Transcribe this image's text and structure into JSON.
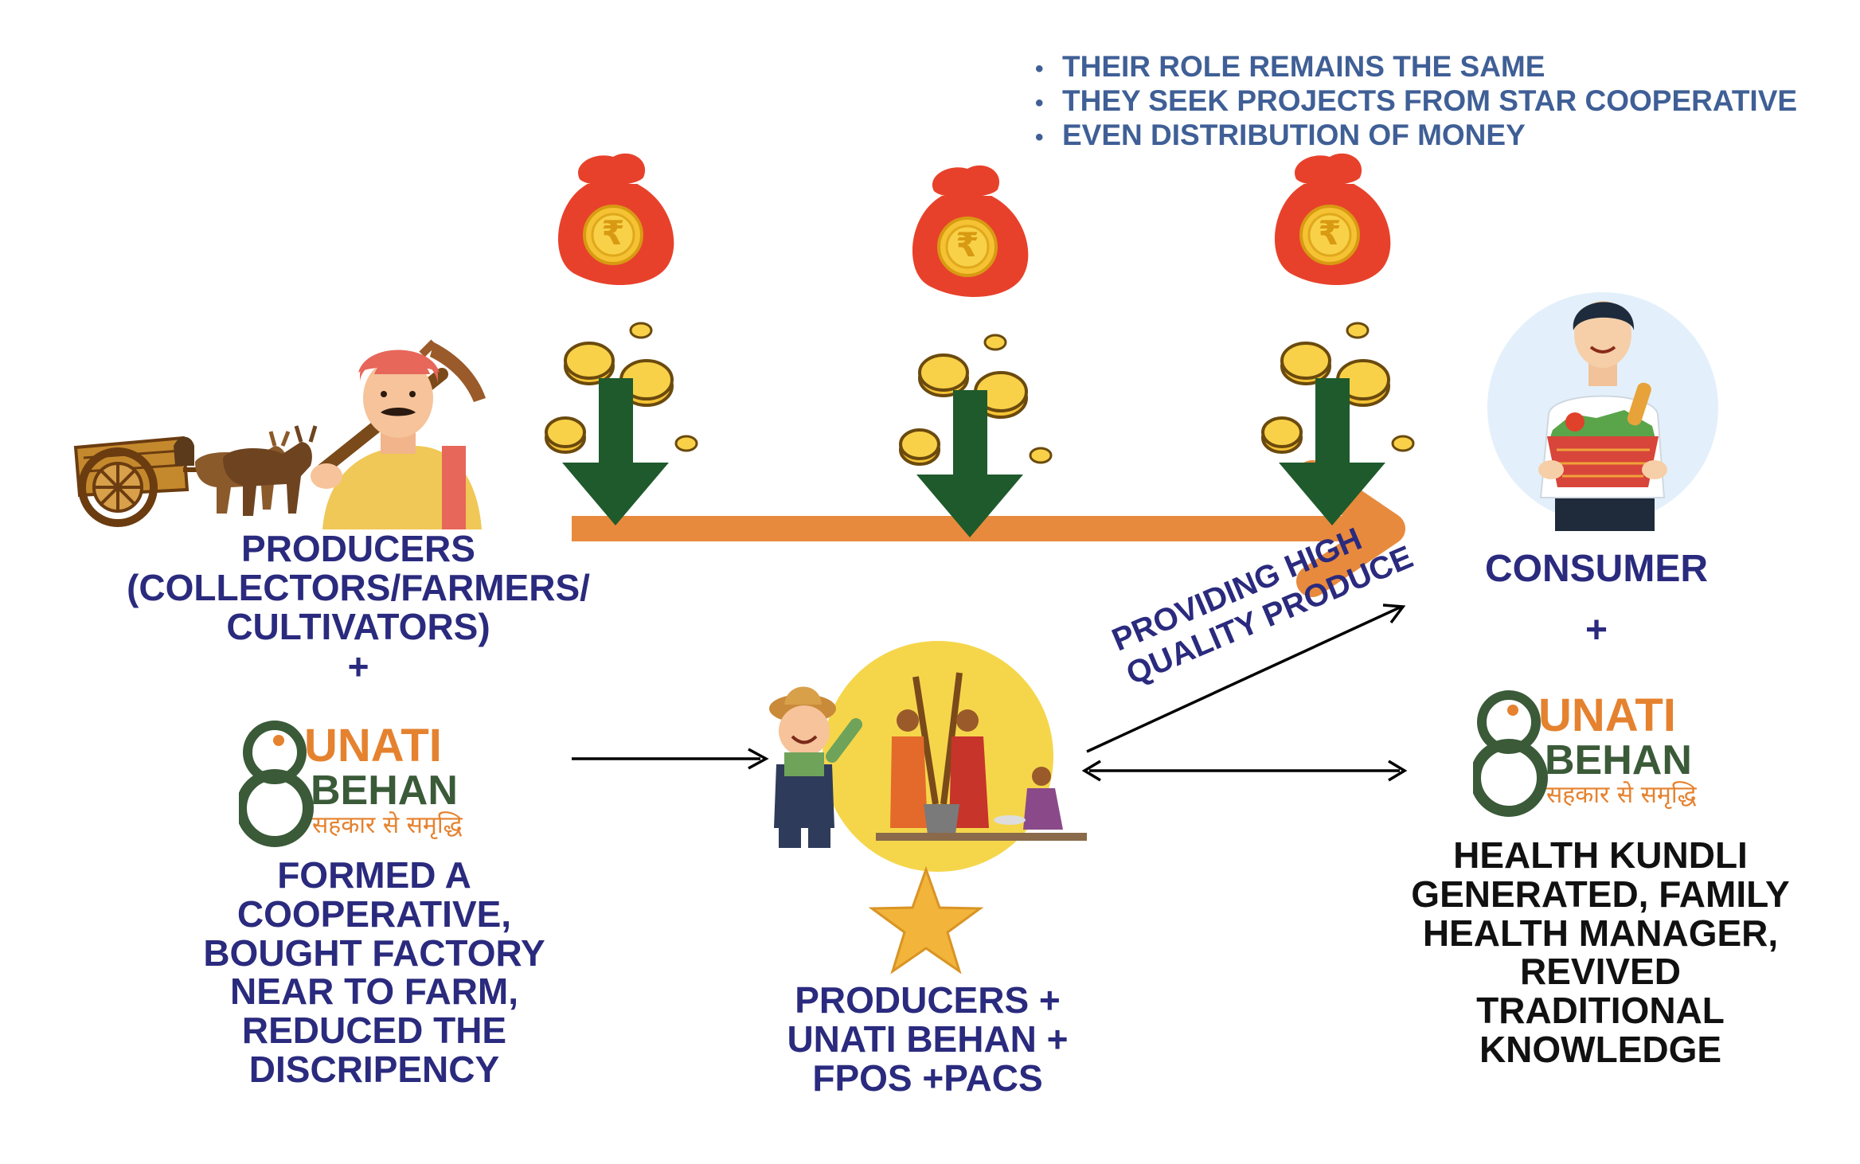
{
  "notes": [
    "THEIR ROLE REMAINS THE SAME",
    "THEY SEEK PROJECTS FROM STAR COOPERATIVE",
    "EVEN DISTRIBUTION OF MONEY"
  ],
  "producers": {
    "line1": "PRODUCERS",
    "line2": "(COLLECTORS/FARMERS/",
    "line3": "CULTIVATORS)",
    "plus": "+"
  },
  "logo": {
    "word1": "UNATI",
    "word2": "BEHAN",
    "tagline": "सहकार से समृद्धि"
  },
  "cooperative_text": [
    "FORMED A",
    "COOPERATIVE,",
    "BOUGHT FACTORY",
    "NEAR TO FARM,",
    "REDUCED THE",
    "DISCRIPENCY"
  ],
  "center_text": [
    "PRODUCERS +",
    "UNATI BEHAN +",
    "FPOS +PACS"
  ],
  "arrow_label": {
    "line1": "PROVIDING HIGH",
    "line2": "QUALITY PRODUCE"
  },
  "consumer": {
    "title": "CONSUMER",
    "plus": "+"
  },
  "health_text": [
    "HEALTH KUNDLI",
    "GENERATED, FAMILY",
    "HEALTH MANAGER,",
    "REVIVED",
    "TRADITIONAL",
    "KNOWLEDGE"
  ],
  "rupee_symbol": "₹",
  "colors": {
    "navy_text": "#2a2a7e",
    "notes_text": "#3f5f96",
    "orange_arrow": "#e88a3d",
    "money_bag": "#e8412b",
    "coin": "#f5c234",
    "green_arrow": "#1e5a2c",
    "logo_orange": "#e5822f",
    "logo_green": "#3a5a38",
    "center_circle": "#f5d64b",
    "consumer_circle": "#e3f0fb"
  },
  "icons": [
    "money-bag-icon",
    "coins-icon",
    "down-arrow-icon",
    "farmer-icon",
    "bullock-cart-icon",
    "star-icon",
    "consumer-icon",
    "grocery-basket-icon"
  ]
}
